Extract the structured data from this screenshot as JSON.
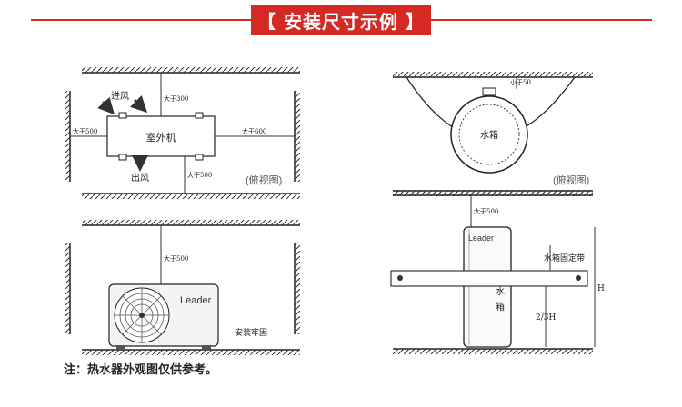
{
  "header": {
    "title": "【 安装尺寸示例 】",
    "accent_color": "#d42a23"
  },
  "top_left": {
    "inlet": "进风",
    "outlet": "出风",
    "unit": "室外机",
    "gap_top": "大于300",
    "gap_left": "大于500",
    "gap_right": "大于600",
    "gap_bottom": "大于500",
    "view": "(俯视图)"
  },
  "top_right": {
    "gap": "小于50",
    "tank": "水箱",
    "view": "(俯视图)"
  },
  "bottom_left": {
    "gap": "大于500",
    "brand": "Leader",
    "fix": "安装牢固"
  },
  "bottom_right": {
    "gap": "大于500",
    "brand": "Leader",
    "strap": "水箱固定带",
    "tank_1": "水",
    "tank_2": "箱",
    "height_ratio": "2/3H",
    "height": "H"
  },
  "footnote": "注：热水器外观图仅供参考。"
}
